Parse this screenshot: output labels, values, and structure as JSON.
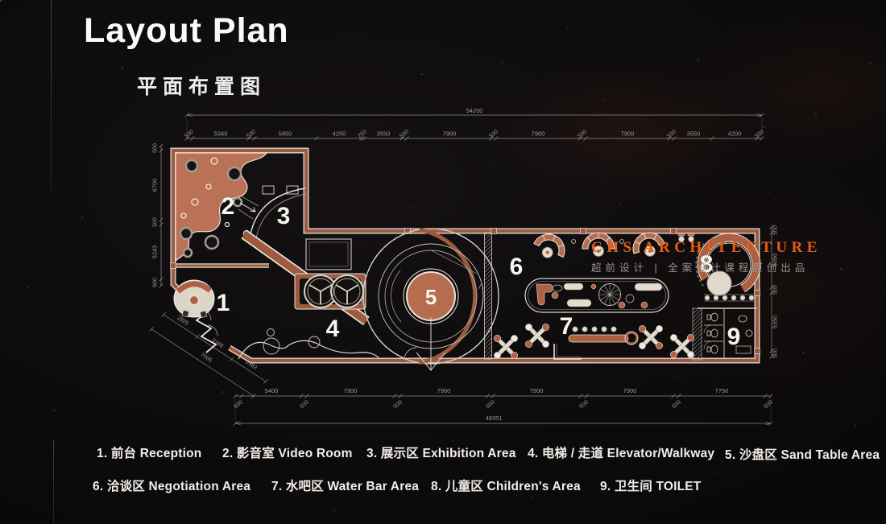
{
  "header": {
    "title": "Layout Plan",
    "subtitle": "平面布置图"
  },
  "watermark": {
    "line1": "CHS ARCHITECTURE",
    "line2": "超前设计 | 全案设计课程原创出品"
  },
  "colors": {
    "background": "#0d0b0c",
    "wall_copper": "#9c5a3e",
    "blob_copper": "#bb7156",
    "accent_copper": "#b06046",
    "beige": "#e4dccd",
    "line_white": "#e9e4db",
    "dim_gray": "#9b9894",
    "watermark_orange": "#e55d15"
  },
  "plan": {
    "rooms": [
      {
        "num": "1"
      },
      {
        "num": "2"
      },
      {
        "num": "3"
      },
      {
        "num": "4"
      },
      {
        "num": "5"
      },
      {
        "num": "6"
      },
      {
        "num": "7"
      },
      {
        "num": "8"
      },
      {
        "num": "9"
      }
    ],
    "dims": {
      "top_overall": "54200",
      "top": [
        "500",
        "5349",
        "500",
        "5850",
        "4250",
        "250",
        "3550",
        "500",
        "7900",
        "500",
        "7900",
        "500",
        "7900",
        "500",
        "3550",
        "4200",
        "500"
      ],
      "bottom": [
        "600",
        "5400",
        "500",
        "7900",
        "500",
        "7900",
        "500",
        "7900",
        "500",
        "7900",
        "500",
        "7750",
        "500"
      ],
      "bottom_overall": "48351",
      "left": [
        "500",
        "6700",
        "500",
        "5243",
        "600"
      ],
      "right": [
        "500",
        "5050",
        "500",
        "5350",
        "500"
      ],
      "diagonal": [
        "2825",
        "3168",
        "2562",
        "7005"
      ]
    }
  },
  "legend": {
    "row1": [
      "1. 前台 Reception",
      "2. 影音室 Video Room",
      "3. 展示区 Exhibition Area",
      "4. 电梯 / 走道 Elevator/Walkway",
      "5. 沙盘区 Sand Table Area"
    ],
    "row2": [
      "6. 洽谈区 Negotiation Area",
      "7. 水吧区 Water Bar Area",
      "8. 儿童区 Children's Area",
      "9. 卫生间 TOILET"
    ]
  }
}
